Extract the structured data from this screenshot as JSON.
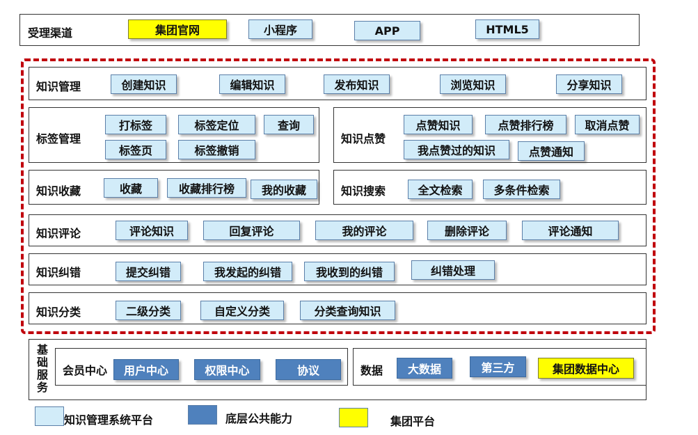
{
  "channels": {
    "label": "受理渠道",
    "items": [
      "集团官网",
      "小程序",
      "APP",
      "HTML5"
    ]
  },
  "knowledge_mgmt": {
    "label": "知识管理",
    "items": [
      "创建知识",
      "编辑知识",
      "发布知识",
      "浏览知识",
      "分享知识"
    ]
  },
  "tag_mgmt": {
    "label": "标签管理",
    "items": [
      "打标签",
      "标签定位",
      "查询",
      "标签页",
      "标签撤销"
    ]
  },
  "knowledge_like": {
    "label": "知识点赞",
    "items": [
      "点赞知识",
      "点赞排行榜",
      "取消点赞",
      "我点赞过的知识",
      "点赞通知"
    ]
  },
  "knowledge_fav": {
    "label": "知识收藏",
    "items": [
      "收藏",
      "收藏排行榜",
      "我的收藏"
    ]
  },
  "knowledge_search": {
    "label": "知识搜索",
    "items": [
      "全文检索",
      "多条件检索"
    ]
  },
  "knowledge_comment": {
    "label": "知识评论",
    "items": [
      "评论知识",
      "回复评论",
      "我的评论",
      "删除评论",
      "评论通知"
    ]
  },
  "knowledge_correct": {
    "label": "知识纠错",
    "items": [
      "提交纠错",
      "我发起的纠错",
      "我收到的纠错",
      "纠错处理"
    ]
  },
  "knowledge_category": {
    "label": "知识分类",
    "items": [
      "二级分类",
      "自定义分类",
      "分类查询知识"
    ]
  },
  "base_services": {
    "label": "基础服务",
    "member": {
      "label": "会员中心",
      "items": [
        "用户中心",
        "权限中心",
        "协议"
      ]
    },
    "data": {
      "label": "数据",
      "items": [
        "大数据",
        "第三方",
        "集团数据中心"
      ]
    }
  },
  "legend": {
    "items": [
      "知识管理系统平台",
      "底层公共能力",
      "集团平台"
    ]
  },
  "colors": {
    "km_box": "#d2ecf9",
    "base_box": "#4f81bd",
    "group_box": "#ffff00",
    "dashed_border": "#c0000c"
  }
}
